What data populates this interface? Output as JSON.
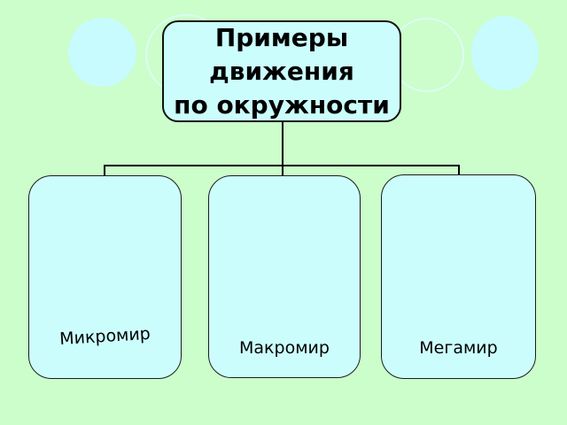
{
  "diagram": {
    "title": {
      "text": "Примеры\nдвижения\nпо окружности"
    },
    "children": [
      {
        "label": "Микромир"
      },
      {
        "label": "Макромир"
      },
      {
        "label": "Мегамир"
      }
    ]
  },
  "decor": {
    "circles": [
      {
        "icon": "filled-circle",
        "fill": "#c8fbfd"
      },
      {
        "icon": "outlined-circle",
        "stroke": "#dcfef2"
      },
      {
        "icon": "outlined-circle",
        "stroke": "#dcfef2"
      },
      {
        "icon": "filled-circle",
        "fill": "#c8fbfd"
      }
    ]
  },
  "colors": {
    "background": "#cbfecb",
    "node_fill": "#ccfdfd",
    "title_border": "#111111",
    "node_border": "#1c1c1c",
    "connector": "#000000",
    "circle_fill": "#c8fbfd",
    "circle_outline": "#dcfef2",
    "text": "#000000"
  }
}
